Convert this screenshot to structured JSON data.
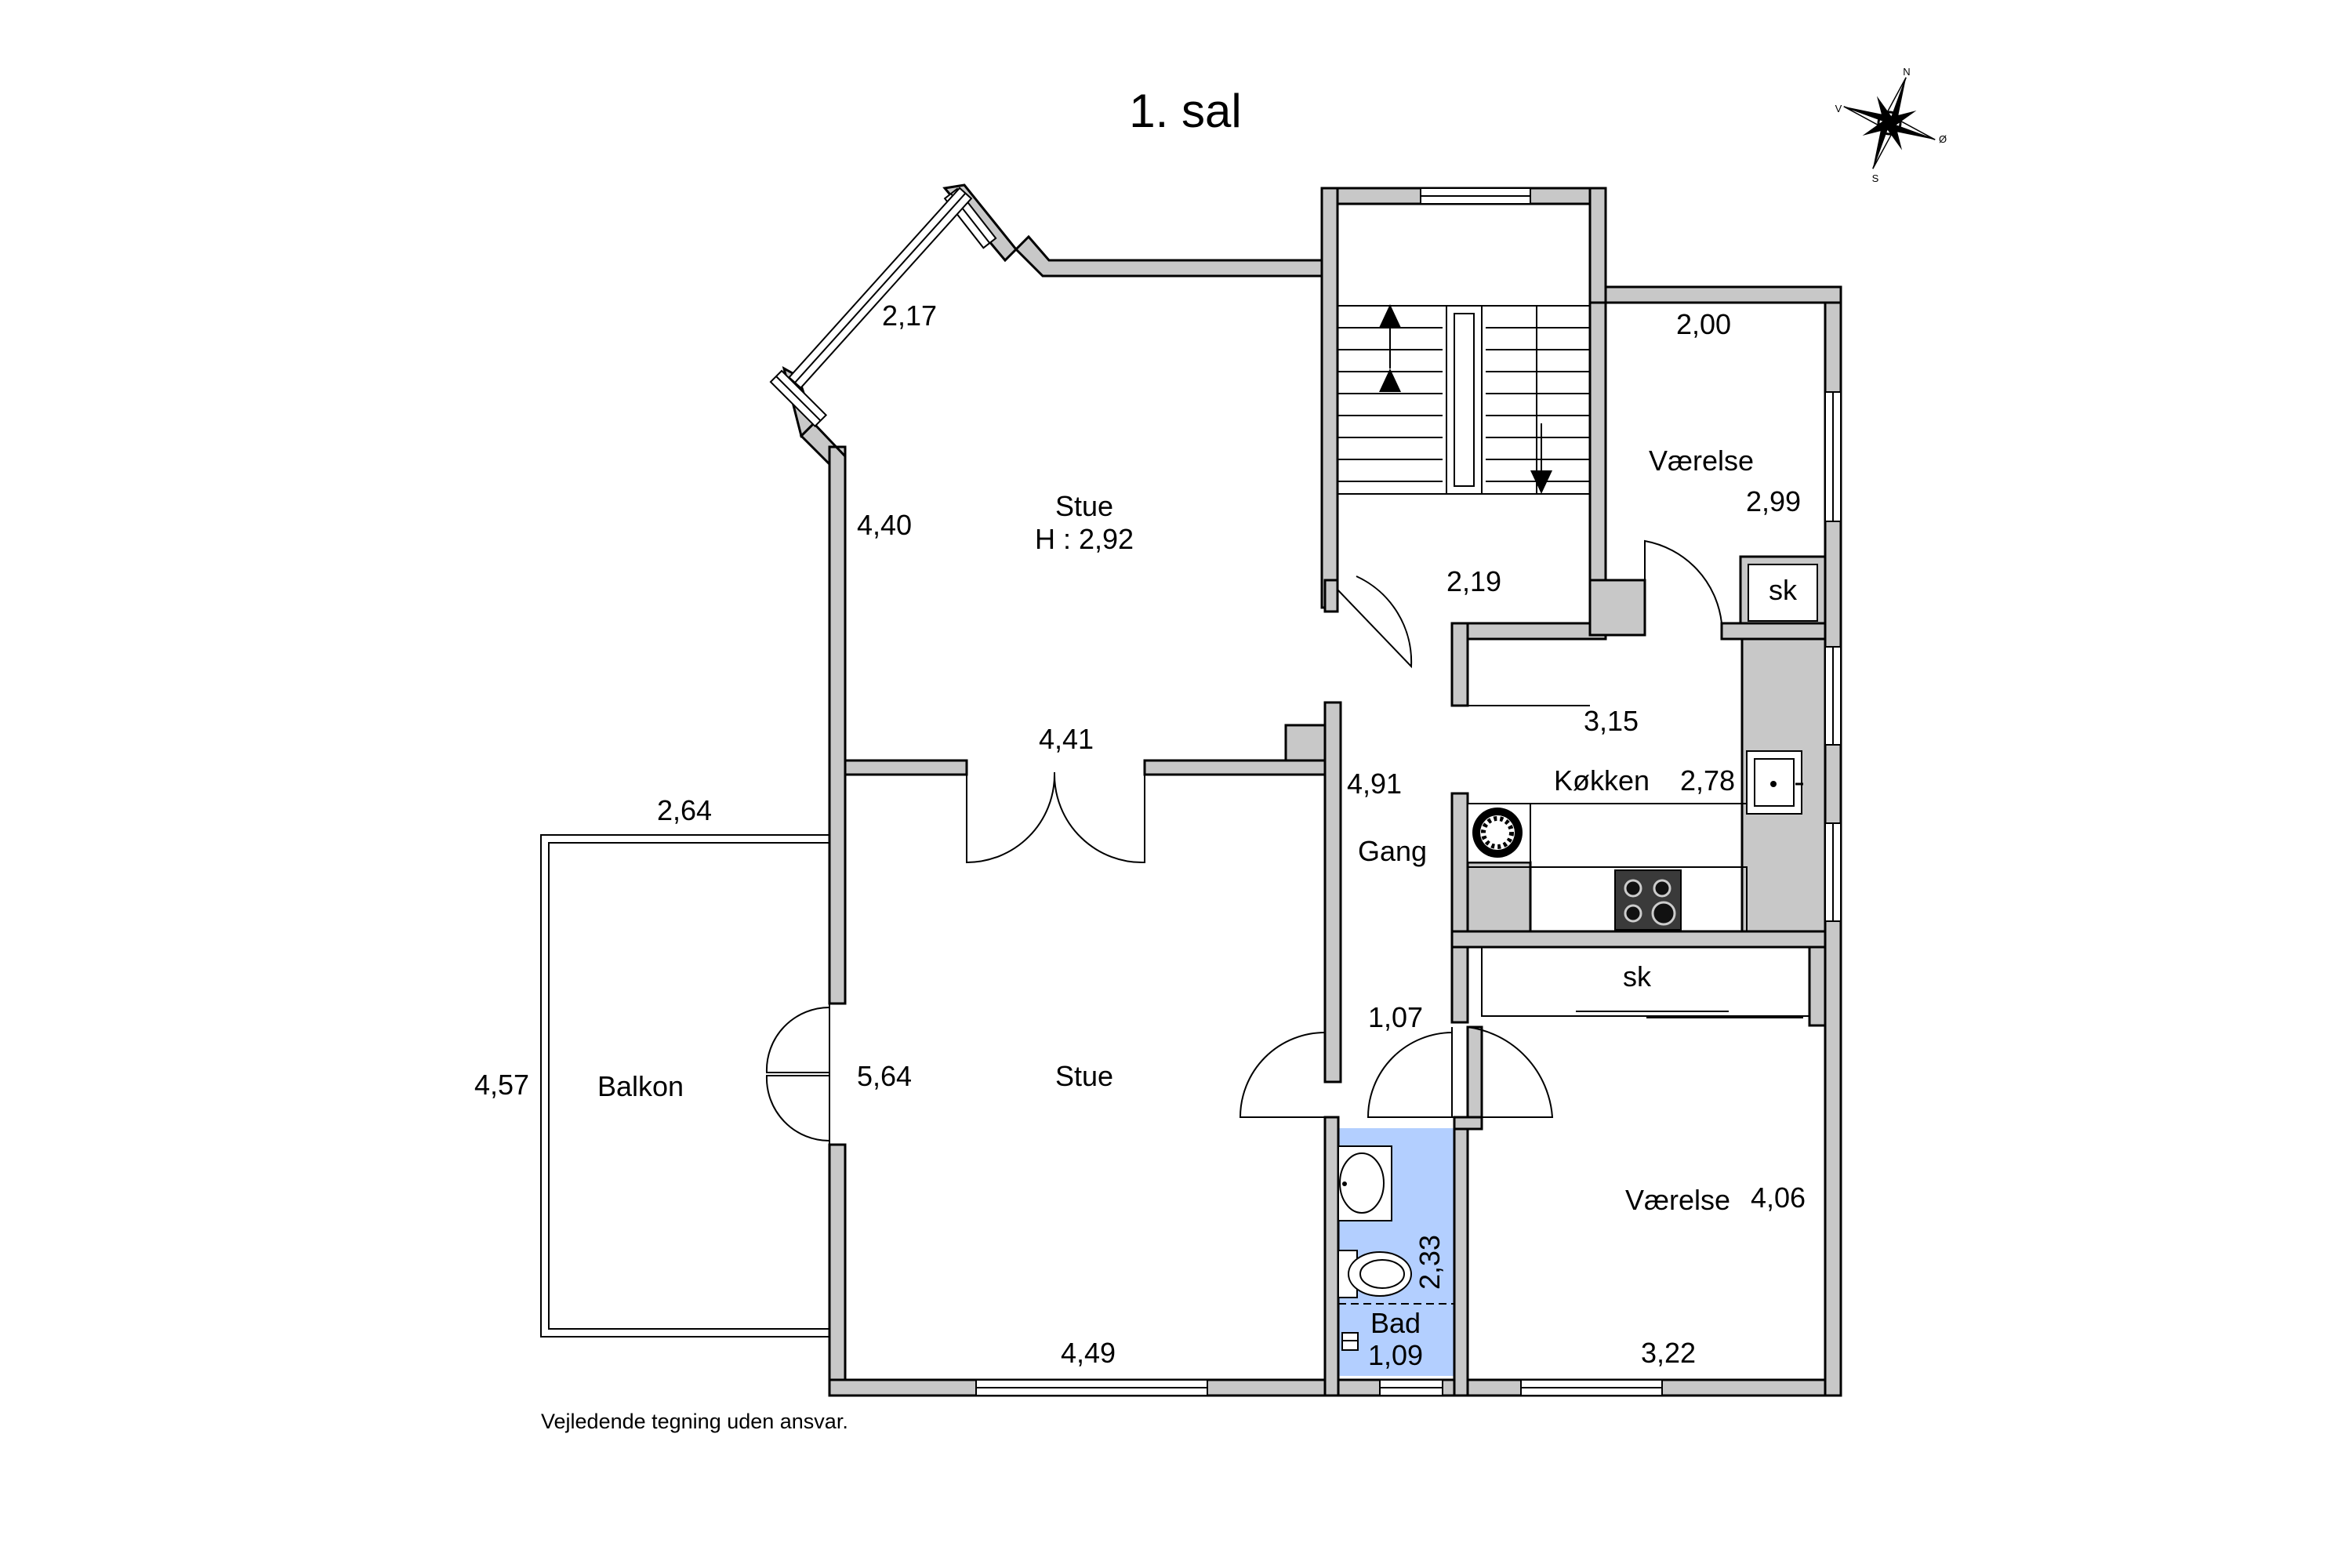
{
  "plan": {
    "title": "1. sal",
    "disclaimer": "Vejledende tegning uden ansvar.",
    "bath_color": "#b3cfff",
    "wall_color": "#c8c8c8",
    "compass": {
      "n": "N",
      "s": "S",
      "v": "V",
      "o": "Ø"
    },
    "rooms": {
      "stue_upper": {
        "name": "Stue",
        "height": "H : 2,92"
      },
      "stue_lower": {
        "name": "Stue"
      },
      "balkon": {
        "name": "Balkon"
      },
      "vaerelse_upper": {
        "name": "Værelse"
      },
      "vaerelse_lower": {
        "name": "Værelse"
      },
      "koekken": {
        "name": "Køkken"
      },
      "gang": {
        "name": "Gang"
      },
      "bad": {
        "name": "Bad"
      },
      "sk_upper": {
        "name": "sk"
      },
      "sk_lower": {
        "name": "sk"
      }
    },
    "dimensions": {
      "stue_upper_window": "2,17",
      "stue_upper_left": "4,40",
      "stue_upper_bottom": "4,41",
      "stair_bottom": "2,19",
      "vaerelse_upper_top": "2,00",
      "vaerelse_upper_right": "2,99",
      "koekken_top": "3,15",
      "koekken_right": "2,78",
      "gang_height": "4,91",
      "gang_width": "1,07",
      "balkon_top": "2,64",
      "balkon_left": "4,57",
      "stue_lower_left": "5,64",
      "stue_lower_bottom": "4,49",
      "bad_height": "2,33",
      "bad_width": "1,09",
      "vaerelse_lower_right": "4,06",
      "vaerelse_lower_bottom": "3,22"
    }
  }
}
